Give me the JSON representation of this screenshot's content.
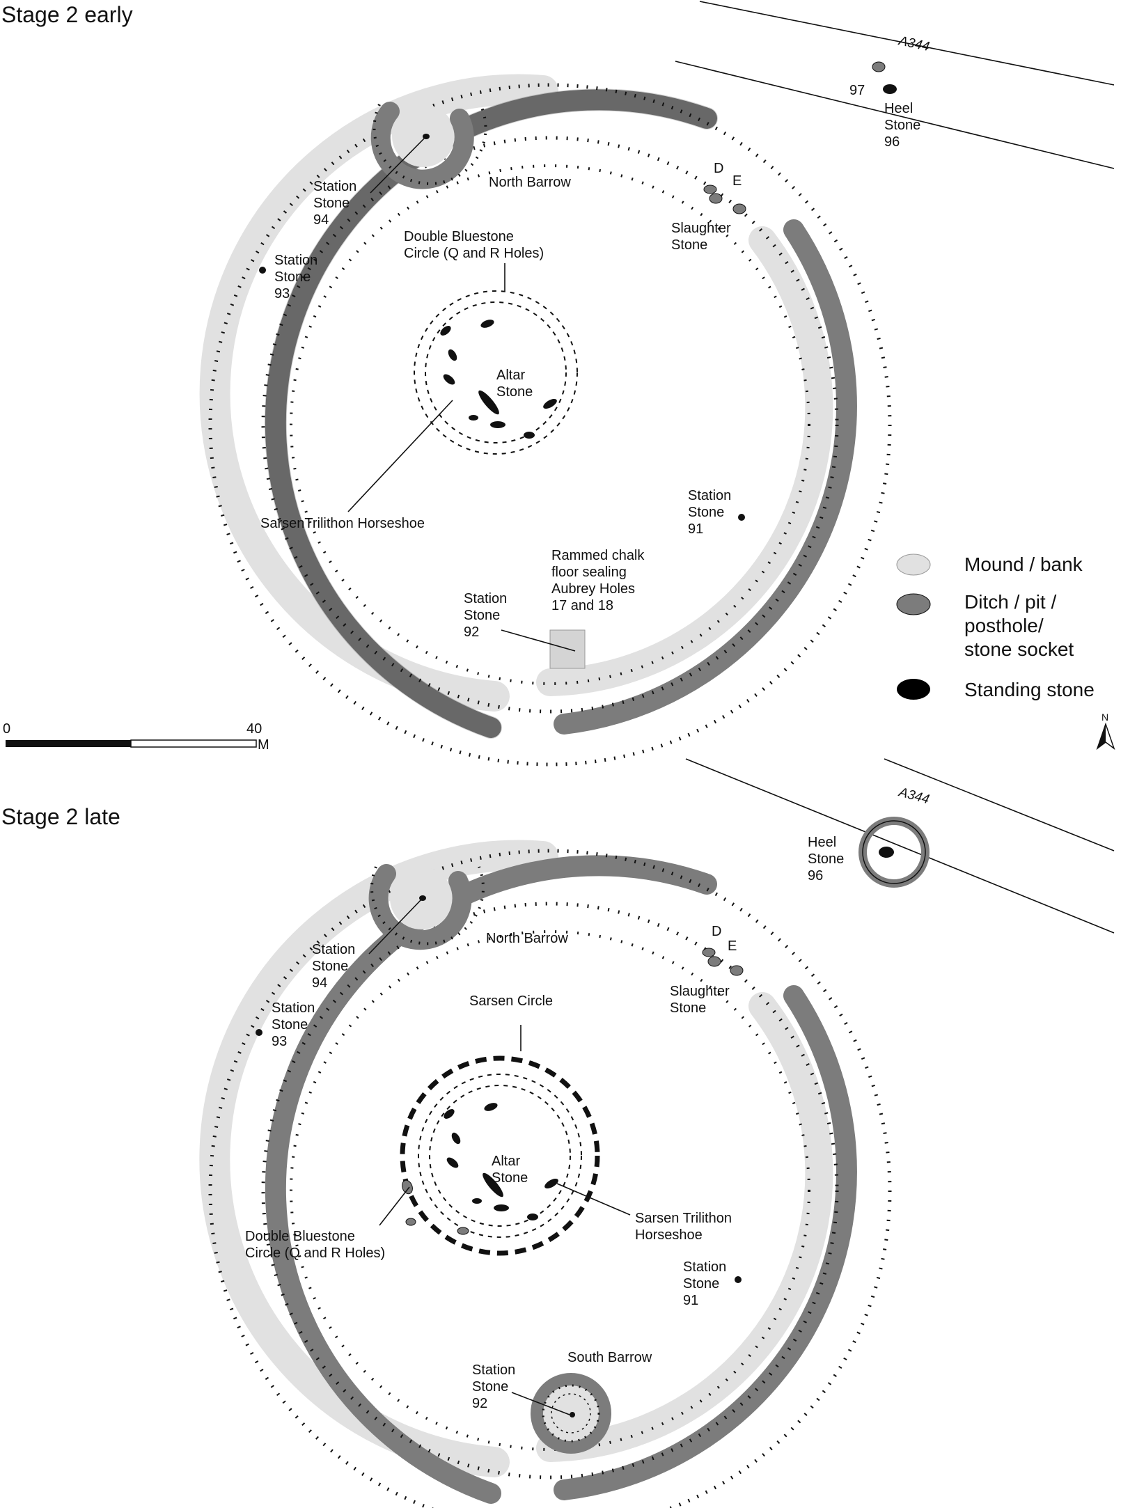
{
  "colors": {
    "mound": "#e1e1e1",
    "ditch": "#7c7c7c",
    "stone": "#000000",
    "ink": "#111111"
  },
  "icons": [
    "north-arrow-icon",
    "scale-bar-icon"
  ],
  "stage_early": {
    "title": "Stage 2 early",
    "road": "A344",
    "heel_stone": [
      "Heel",
      "Stone",
      "96"
    ],
    "stone_97": "97",
    "stone_d": "D",
    "stone_e": "E",
    "slaughter_stone": [
      "Slaughter",
      "Stone"
    ],
    "north_barrow": "North Barrow",
    "station_94": [
      "Station",
      "Stone",
      "94"
    ],
    "station_93": [
      "Station",
      "Stone",
      "93"
    ],
    "station_91": [
      "Station",
      "Stone",
      "91"
    ],
    "station_92": [
      "Station",
      "Stone",
      "92"
    ],
    "double_bluestone": [
      "Double Bluestone",
      "Circle (Q and R Holes)"
    ],
    "altar_stone": [
      "Altar",
      "Stone"
    ],
    "trilithon": "SarsenTrilithon Horseshoe",
    "rammed_chalk": [
      "Rammed chalk",
      "floor sealing",
      "Aubrey Holes",
      "17 and 18"
    ]
  },
  "stage_late": {
    "title": "Stage 2 late",
    "road": "A344",
    "heel_stone": [
      "Heel",
      "Stone",
      "96"
    ],
    "stone_d": "D",
    "stone_e": "E",
    "slaughter_stone": [
      "Slaughter",
      "Stone"
    ],
    "north_barrow": "North Barrow",
    "south_barrow": "South Barrow",
    "station_94": [
      "Station",
      "Stone",
      "94"
    ],
    "station_93": [
      "Station",
      "Stone",
      "93"
    ],
    "station_91": [
      "Station",
      "Stone",
      "91"
    ],
    "station_92": [
      "Station",
      "Stone",
      "92"
    ],
    "sarsen_circle": "Sarsen Circle",
    "altar_stone": [
      "Altar",
      "Stone"
    ],
    "trilithon": [
      "Sarsen Trilithon",
      "Horseshoe"
    ],
    "double_bluestone": [
      "Double Bluestone",
      "Circle (Q and R Holes)"
    ]
  },
  "legend": {
    "mound": "Mound / bank",
    "ditch": [
      "Ditch / pit /",
      "posthole/",
      "stone socket"
    ],
    "stone": "Standing stone"
  },
  "scale": {
    "start": "0",
    "end": "40",
    "unit": "M"
  },
  "north": "N"
}
